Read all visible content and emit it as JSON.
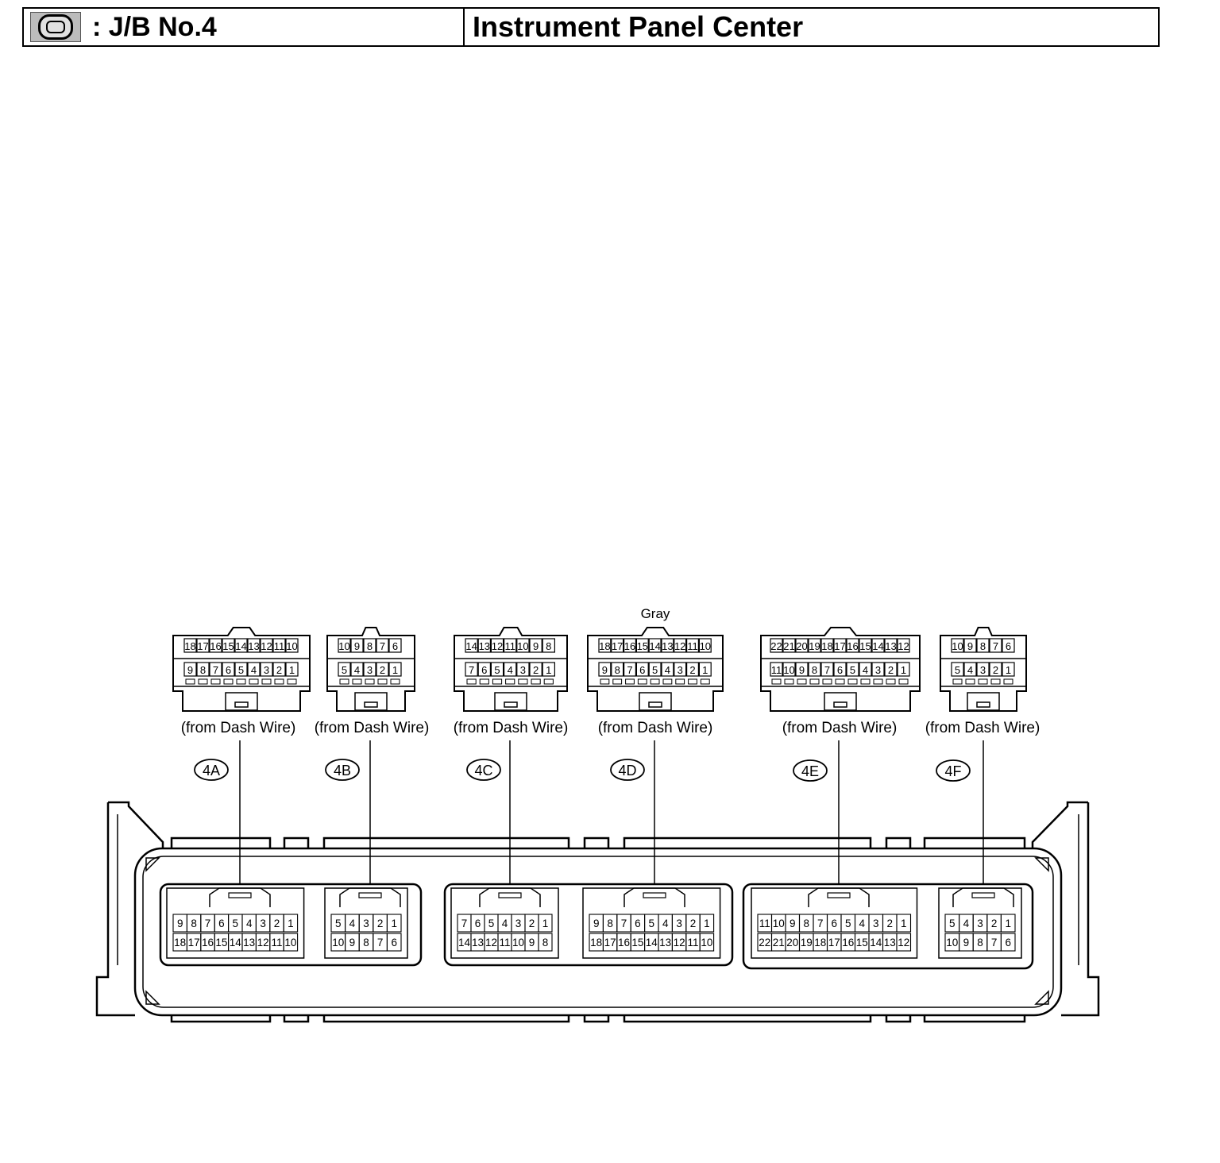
{
  "header": {
    "icon": "junction-block-icon",
    "jb_label": ": J/B No.4",
    "location": "Instrument Panel Center"
  },
  "connectors": [
    {
      "id": "4A",
      "source": "(from Dash Wire)",
      "color_note": "",
      "wire_top": [
        "18",
        "17",
        "16",
        "15",
        "14",
        "13",
        "12",
        "11",
        "10"
      ],
      "wire_bottom": [
        "9",
        "8",
        "7",
        "6",
        "5",
        "4",
        "3",
        "2",
        "1"
      ],
      "block_top": [
        "9",
        "8",
        "7",
        "6",
        "5",
        "4",
        "3",
        "2",
        "1"
      ],
      "block_bottom": [
        "18",
        "17",
        "16",
        "15",
        "14",
        "13",
        "12",
        "11",
        "10"
      ]
    },
    {
      "id": "4B",
      "source": "(from Dash Wire)",
      "color_note": "",
      "wire_top": [
        "10",
        "9",
        "8",
        "7",
        "6"
      ],
      "wire_bottom": [
        "5",
        "4",
        "3",
        "2",
        "1"
      ],
      "block_top": [
        "5",
        "4",
        "3",
        "2",
        "1"
      ],
      "block_bottom": [
        "10",
        "9",
        "8",
        "7",
        "6"
      ]
    },
    {
      "id": "4C",
      "source": "(from Dash Wire)",
      "color_note": "",
      "wire_top": [
        "14",
        "13",
        "12",
        "11",
        "10",
        "9",
        "8"
      ],
      "wire_bottom": [
        "7",
        "6",
        "5",
        "4",
        "3",
        "2",
        "1"
      ],
      "block_top": [
        "7",
        "6",
        "5",
        "4",
        "3",
        "2",
        "1"
      ],
      "block_bottom": [
        "14",
        "13",
        "12",
        "11",
        "10",
        "9",
        "8"
      ]
    },
    {
      "id": "4D",
      "source": "(from Dash Wire)",
      "color_note": "Gray",
      "wire_top": [
        "18",
        "17",
        "16",
        "15",
        "14",
        "13",
        "12",
        "11",
        "10"
      ],
      "wire_bottom": [
        "9",
        "8",
        "7",
        "6",
        "5",
        "4",
        "3",
        "2",
        "1"
      ],
      "block_top": [
        "9",
        "8",
        "7",
        "6",
        "5",
        "4",
        "3",
        "2",
        "1"
      ],
      "block_bottom": [
        "18",
        "17",
        "16",
        "15",
        "14",
        "13",
        "12",
        "11",
        "10"
      ]
    },
    {
      "id": "4E",
      "source": "(from Dash Wire)",
      "color_note": "",
      "wire_top": [
        "22",
        "21",
        "20",
        "19",
        "18",
        "17",
        "16",
        "15",
        "14",
        "13",
        "12"
      ],
      "wire_bottom": [
        "11",
        "10",
        "9",
        "8",
        "7",
        "6",
        "5",
        "4",
        "3",
        "2",
        "1"
      ],
      "block_top": [
        "11",
        "10",
        "9",
        "8",
        "7",
        "6",
        "5",
        "4",
        "3",
        "2",
        "1"
      ],
      "block_bottom": [
        "22",
        "21",
        "20",
        "19",
        "18",
        "17",
        "16",
        "15",
        "14",
        "13",
        "12"
      ]
    },
    {
      "id": "4F",
      "source": "(from Dash Wire)",
      "color_note": "",
      "wire_top": [
        "10",
        "9",
        "8",
        "7",
        "6"
      ],
      "wire_bottom": [
        "5",
        "4",
        "3",
        "2",
        "1"
      ],
      "block_top": [
        "5",
        "4",
        "3",
        "2",
        "1"
      ],
      "block_bottom": [
        "10",
        "9",
        "8",
        "7",
        "6"
      ]
    }
  ]
}
